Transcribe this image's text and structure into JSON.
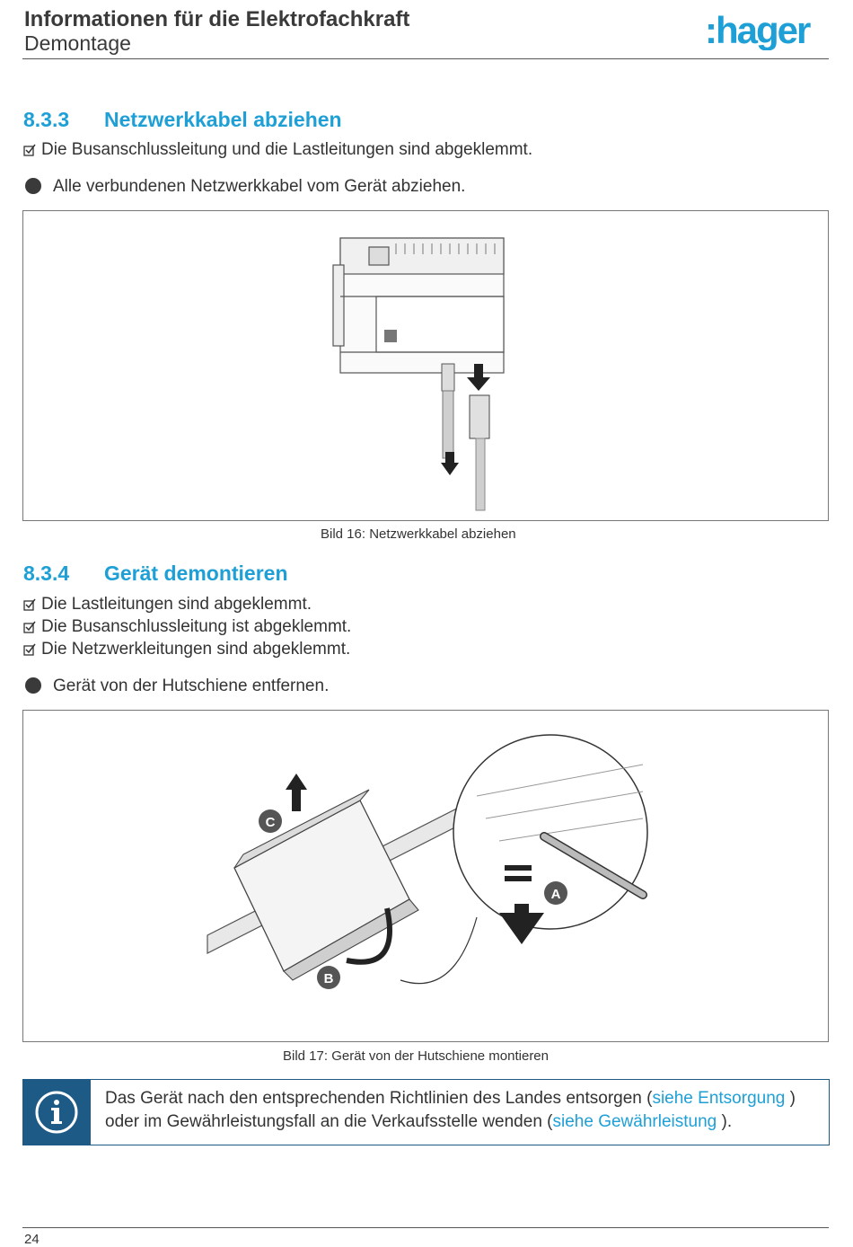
{
  "header": {
    "title": "Informationen für die Elektrofachkraft",
    "subtitle": "Demontage",
    "logo_text": ":hager"
  },
  "section_1": {
    "number": "8.3.3",
    "title": "Netzwerkkabel abziehen",
    "preconditions": [
      "Die Busanschlussleitung und die Lastleitungen sind abgeklemmt."
    ],
    "steps": [
      "Alle verbundenen Netzwerkkabel vom Gerät abziehen."
    ],
    "figure_caption": "Bild 16: Netzwerkkabel abziehen"
  },
  "section_2": {
    "number": "8.3.4",
    "title": "Gerät demontieren",
    "preconditions": [
      "Die Lastleitungen sind abgeklemmt.",
      "Die Busanschlussleitung ist abgeklemmt.",
      "Die Netzwerkleitungen sind abgeklemmt."
    ],
    "steps": [
      "Gerät von der Hutschiene entfernen."
    ],
    "figure_labels": [
      "C",
      "A",
      "B"
    ],
    "figure_caption": "Bild 17: Gerät von der Hutschiene montieren"
  },
  "info_box": {
    "icon": "info-icon",
    "text_part1": "Das Gerät nach den entsprechenden Richtlinien des Landes entsorgen (",
    "link1": "siehe Entsorgung",
    "text_part2": " )",
    "text_part3": "oder im Gewährleistungsfall an die Verkaufsstelle wenden (",
    "link2": "siehe Gewährleistung",
    "text_part4": " )."
  },
  "footer": {
    "page_number": "24"
  },
  "colors": {
    "accent": "#1ea0d6",
    "info_blue": "#1d5a86",
    "text": "#333333"
  }
}
